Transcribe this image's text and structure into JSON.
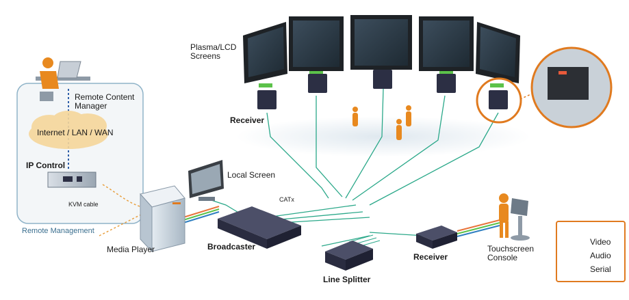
{
  "labels": {
    "plasma_screens": "Plasma/LCD\nScreens",
    "receiver_top": "Receiver",
    "remote_content_manager": "Remote Content\nManager",
    "internet": "Internet / LAN / WAN",
    "ip_control": "IP Control",
    "kvm_cable": "KVM cable",
    "remote_management": "Remote Management",
    "local_screen": "Local Screen",
    "catx": "CATx",
    "media_player": "Media Player",
    "broadcaster": "Broadcaster",
    "receiver_bottom": "Receiver",
    "touchscreen_console": "Touchscreen\nConsole",
    "line_splitter": "Line Splitter"
  },
  "legend": {
    "video": "Video",
    "audio": "Audio",
    "serial": "Serial"
  },
  "colors": {
    "video": "#e8743b",
    "audio": "#5cc24a",
    "serial": "#2f7fc1",
    "cable": "#2aa889",
    "accent": "#e07a1f",
    "remote_border": "#8fb3c8"
  },
  "icons": [
    "user-icon",
    "cloud-icon",
    "tower-icon",
    "monitor-icon",
    "receiver-icon",
    "broadcaster-icon",
    "splitter-icon",
    "kiosk-icon",
    "person-icon"
  ]
}
